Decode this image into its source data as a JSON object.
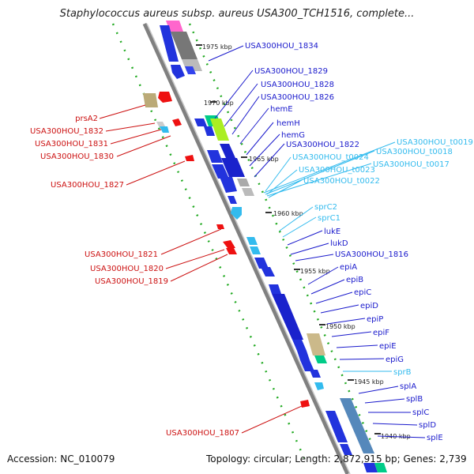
{
  "title": "Staphylococcus aureus subsp. aureus USA300_TCH1516, complete...",
  "footer": {
    "accession": "Accession: NC_010079",
    "summary": "Topology: circular; Length: 2,872,915 bp; Genes: 2,739"
  },
  "colors": {
    "forward_label": "#1a1acc",
    "reverse_label": "#cc1111",
    "rna_label": "#33bbee",
    "backbone": "#808080",
    "gc_dots": "#22aa22"
  },
  "kbp_ticks": [
    "1975 kbp",
    "1970 kbp",
    "1965 kbp",
    "1960 kbp",
    "1955 kbp",
    "1950 kbp",
    "1945 kbp",
    "1940 kbp"
  ],
  "right_labels": [
    "USA300HOU_1834",
    "USA300HOU_1829",
    "USA300HOU_1828",
    "USA300HOU_1826",
    "hemE",
    "hemH",
    "hemG",
    "USA300HOU_1822",
    "USA300HOU_t0019",
    "USA300HOU_t0018",
    "USA300HOU_t0017",
    "USA300HOU_t0024",
    "USA300HOU_t0023",
    "USA300HOU_t0022",
    "sprC2",
    "sprC1",
    "lukE",
    "lukD",
    "USA300HOU_1816",
    "epiA",
    "epiB",
    "epiC",
    "epiD",
    "epiP",
    "epiF",
    "epiE",
    "epiG",
    "sprB",
    "splA",
    "splB",
    "splC",
    "splD",
    "splE"
  ],
  "left_labels": [
    "prsA2",
    "USA300HOU_1832",
    "USA300HOU_1831",
    "USA300HOU_1830",
    "USA300HOU_1827",
    "USA300HOU_1821",
    "USA300HOU_1820",
    "USA300HOU_1819",
    "USA300HOU_1807"
  ]
}
